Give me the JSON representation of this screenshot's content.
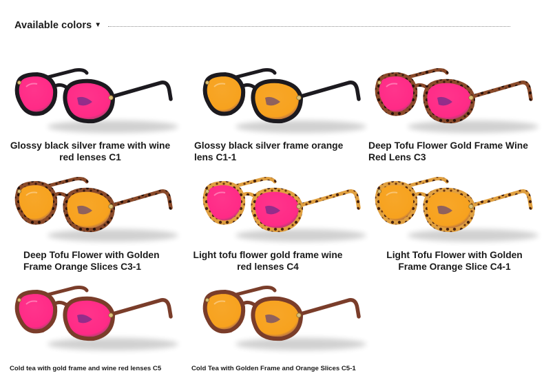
{
  "header": {
    "title": "Available colors",
    "arrow_icon": "triangle-down-icon"
  },
  "colors": {
    "lens_wine": "#ff2a86",
    "lens_orange": "#f7a21e",
    "frame_black": "#1c1a1f",
    "frame_tofu": "#6a3a26",
    "frame_tea": "#7a3d2a",
    "frame_tortoise": "#c77a22"
  },
  "products": [
    {
      "caption": "Glossy black silver frame with wine red lenses C1"
    },
    {
      "caption": "Glossy black silver frame orange lens C1-1"
    },
    {
      "caption": "Deep Tofu Flower Gold Frame Wine Red Lens C3"
    },
    {
      "caption": "Deep Tofu Flower with Golden Frame Orange Slices C3-1"
    },
    {
      "caption": "Light tofu flower gold frame wine red lenses C4"
    },
    {
      "caption": "Light Tofu Flower with Golden Frame Orange Slice C4-1"
    },
    {
      "caption": "Cold tea with gold frame and wine red lenses C5"
    },
    {
      "caption": "Cold Tea with Golden Frame and Orange Slices C5-1"
    }
  ]
}
